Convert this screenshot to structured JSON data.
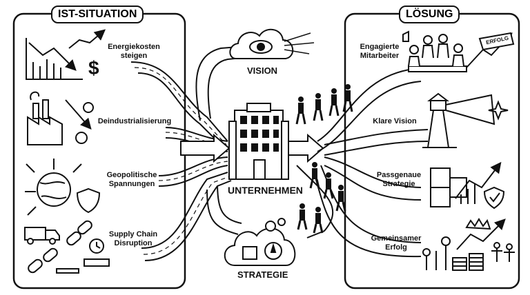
{
  "left_panel": {
    "title": "IST-SITUATION",
    "items": [
      {
        "label": "Energiekosten steigen",
        "icon": "chart-down-dollar-icon"
      },
      {
        "label": "Deindustrialisierung",
        "icon": "factory-decline-icon"
      },
      {
        "label": "Geopolitische Spannungen",
        "icon": "globe-shield-icon"
      },
      {
        "label": "Supply Chain Disruption",
        "icon": "broken-chain-icon"
      }
    ]
  },
  "right_panel": {
    "title": "LÖSUNG",
    "items": [
      {
        "label": "Engagierte Mitarbeiter",
        "icon": "team-meeting-icon"
      },
      {
        "label": "Klare Vision",
        "icon": "lighthouse-icon"
      },
      {
        "label": "Passgenaue Strategie",
        "icon": "puzzle-growth-icon"
      },
      {
        "label": "Gemeinsamer Erfolg",
        "icon": "growth-crown-icon"
      }
    ],
    "flag_text": "ERFOLG"
  },
  "center": {
    "company_label": "UNTERNEHMEN",
    "vision_label": "VISION",
    "strategy_label": "STRATEGIE"
  },
  "colors": {
    "ink": "#111111",
    "background": "#ffffff"
  }
}
